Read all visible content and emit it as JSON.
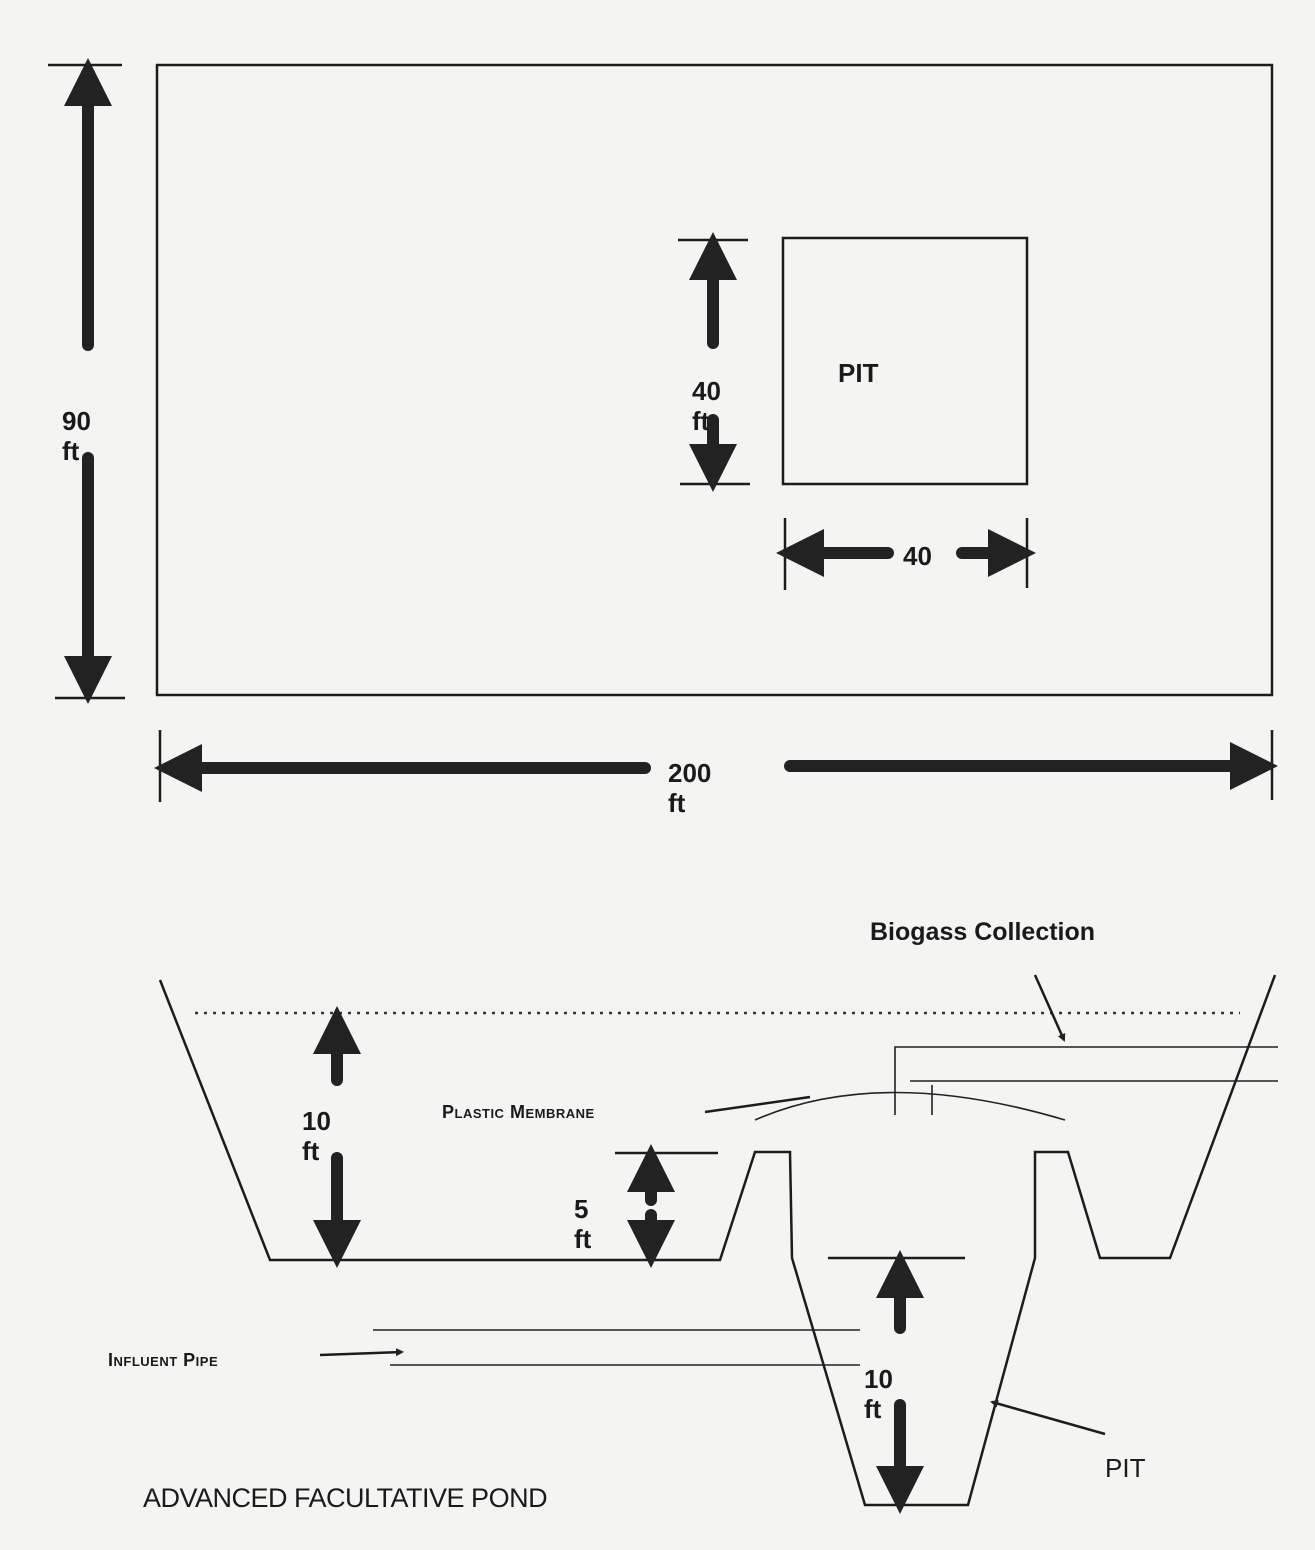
{
  "plan_view": {
    "overall_height": {
      "value": "90",
      "unit": "ft"
    },
    "overall_length": {
      "value": "200",
      "unit": "ft"
    },
    "pit_label": "PIT",
    "pit_height": {
      "value": "40",
      "unit": "ft"
    },
    "pit_width": {
      "value": "40"
    }
  },
  "section_view": {
    "pond_depth": {
      "value": "10",
      "unit": "ft"
    },
    "berm_height": {
      "value": "5",
      "unit": "ft"
    },
    "pit_depth": {
      "value": "10",
      "unit": "ft"
    },
    "biogas_label": "Biogass Collection",
    "membrane_label": "Plastic Membrane",
    "influent_label": "Influent Pipe",
    "pit_label": "PIT"
  },
  "title": "ADVANCED FACULTATIVE POND"
}
